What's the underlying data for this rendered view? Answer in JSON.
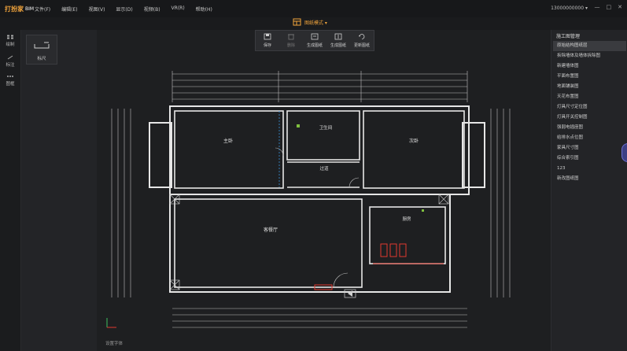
{
  "app": {
    "logo": "打扮家",
    "logo_sub": "BIM",
    "account": "13000000000 ▾"
  },
  "menu": [
    "文件(F)",
    "编辑(E)",
    "视图(V)",
    "显示(D)",
    "视频(B)",
    "VR(R)",
    "帮助(H)"
  ],
  "window_controls": [
    "—",
    "□",
    "✕"
  ],
  "mode": {
    "label": "图纸模式 ▾"
  },
  "left_rail": [
    {
      "label": "绘制",
      "icon": "grid-icon"
    },
    {
      "label": "标注",
      "icon": "dimension-icon"
    },
    {
      "label": "图框",
      "icon": "frame-icon"
    }
  ],
  "panel2": {
    "ruler_label": "标尺"
  },
  "toolbar": [
    {
      "label": "保存",
      "icon": "save-icon",
      "enabled": true
    },
    {
      "label": "删除",
      "icon": "trash-icon",
      "enabled": false
    },
    {
      "label": "生成图纸",
      "icon": "generate-drawing-icon",
      "enabled": true
    },
    {
      "label": "生成图纸",
      "icon": "generate-drawing-2-icon",
      "enabled": true
    },
    {
      "label": "更新图纸",
      "icon": "refresh-icon",
      "enabled": true
    }
  ],
  "rooms": {
    "master": "主卧",
    "bath": "卫生间",
    "second": "次卧",
    "corridor": "过道",
    "living": "客餐厅",
    "kitchen": "厨房"
  },
  "status_hint": "设置字体",
  "right_panel": {
    "title": "施工图管理",
    "items": [
      "原始结构图纸层",
      "拆除墙体及墙体拆除图",
      "新建墙体图",
      "平面布置图",
      "地面铺装图",
      "天花布置图",
      "灯具尺寸定位图",
      "灯具开关控制图",
      "强弱电插座图",
      "给排水点位图",
      "家具尺寸图",
      "综合索引图",
      "123",
      "新改图纸图"
    ],
    "active_index": 0
  },
  "colors": {
    "accent": "#f1a43c",
    "wall": "#e6e6e6",
    "cad_blue": "#3a8fd6",
    "alert_red": "#e03a2f"
  }
}
